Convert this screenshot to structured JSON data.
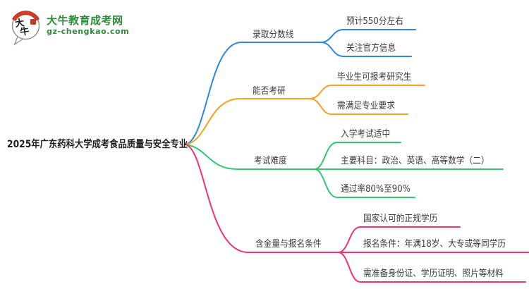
{
  "logo": {
    "icon": "daniu-bubble-icon",
    "icon_text": "大牛",
    "title": "大牛教育成考网",
    "subtitle": "gz-chengkao.com",
    "brand_color": "#2e8b3c",
    "icon_accent_color": "#d03a2b"
  },
  "map": {
    "root": {
      "label": "2025年广东药科大学成考食品质量与安全专业"
    },
    "branches": [
      {
        "label": "录取分数线",
        "color": "#2b87ea",
        "children": [
          "预计550分左右",
          "关注官方信息"
        ]
      },
      {
        "label": "能否考研",
        "color": "#f9a11b",
        "children": [
          "毕业生可报考研究生",
          "需满足专业要求"
        ]
      },
      {
        "label": "考试难度",
        "color": "#2fc96d",
        "children": [
          "入学考试适中",
          "主要科目：政治、英语、高等数学（二）",
          "通过率80%至90%"
        ]
      },
      {
        "label": "含金量与报名条件",
        "color": "#f7306f",
        "children": [
          "国家认可的正规学历",
          "报名条件：年满18岁、大专或等同学历",
          "需准备身份证、学历证明、照片等材料"
        ]
      }
    ]
  }
}
